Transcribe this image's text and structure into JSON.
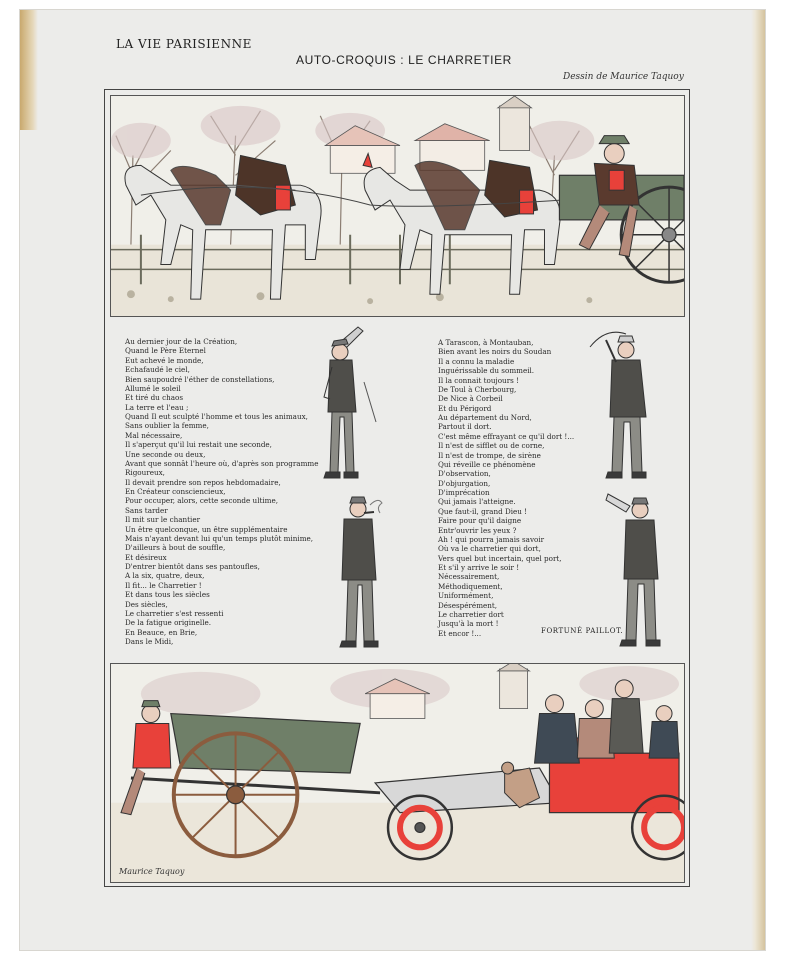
{
  "header": {
    "magazine": "LA VIE PARISIENNE",
    "title": "AUTO-CROQUIS : LE CHARRETIER",
    "credit": "Dessin de Maurice Taquoy"
  },
  "poem": {
    "left_column": [
      "Au dernier jour de la Création,",
      "Quand le Père Eternel",
      "Eut achevé le monde,",
      "Echafaudé le ciel,",
      "Bien saupoudré l'éther de constellations,",
      "Allumé le soleil",
      "Et tiré du chaos",
      "La terre et l'eau ;",
      "Quand Il eut sculpté l'homme et tous les animaux,",
      "Sans oublier la femme,",
      "Mal nécessaire,",
      "Il s'aperçut qu'il lui restait une seconde,",
      "Une seconde ou deux,",
      "Avant que sonnât l'heure où, d'après son programme",
      "Rigoureux,",
      "Il devait prendre son repos hebdomadaire,",
      "En Créateur consciencieux,",
      "Pour occuper, alors, cette seconde ultime,",
      "Sans tarder",
      "Il mit sur le chantier",
      "Un être quelconque, un être supplémentaire",
      "Mais n'ayant devant lui qu'un temps plutôt minime,",
      "D'ailleurs à bout de souffle,",
      "Et désireux",
      "D'entrer bientôt dans ses pantoufles,",
      "A la six, quatre, deux,",
      "Il fit... le Charretier !",
      "Et dans tous les siècles",
      "Des siècles,",
      "Le charretier s'est ressenti",
      "De la fatigue originelle.",
      "En Beauce, en Brie,",
      "Dans le Midi,"
    ],
    "right_column": [
      "A Tarascon, à Montauban,",
      "Bien avant les noirs du Soudan",
      "Il a connu la maladie",
      "Inguérissable du sommeil.",
      "Il la connait toujours !",
      "De Toul à Cherbourg,",
      "De Nice à Corbeil",
      "Et du Périgord",
      "Au département du Nord,",
      "Partout il dort.",
      "C'est même effrayant ce qu'il dort !...",
      "Il n'est de sifflet ou de corne,",
      "Il n'est de trompe, de sirène",
      "Qui réveille ce phénomène",
      "D'observation,",
      "D'objurgation,",
      "D'imprécation",
      "Qui jamais l'atteigne.",
      "Que faut-il, grand Dieu !",
      "Faire pour qu'il daigne",
      "Entr'ouvrir les yeux ?",
      "Ah ! qui pourra jamais savoir",
      "Où va le charretier qui dort,",
      "Vers quel but incertain, quel port,",
      "Et s'il y arrive le soir !",
      "Nécessairement,",
      "Méthodiquement,",
      "Uniformément,",
      "Désespérément,",
      "Le charretier dort",
      "Jusqu'à la mort !",
      "Et encor !..."
    ],
    "signature": "FORTUNÉ PAILLOT."
  },
  "illustrations": {
    "top_panel": "carter-asleep-on-horse-cart",
    "middle_figures": [
      "man-blowing-horn",
      "man-with-whip",
      "man-smoking-pipe",
      "man-drinking-bottle"
    ],
    "bottom_panel": "cart-blocking-motorcar",
    "artist_signature": "Maurice Taquoy"
  },
  "colors": {
    "paper": "#ececea",
    "ink": "#2a2a2a",
    "accent_red": "#e8413a",
    "coat_brown": "#5a3a2e",
    "cart_green": "#6f7f68"
  }
}
